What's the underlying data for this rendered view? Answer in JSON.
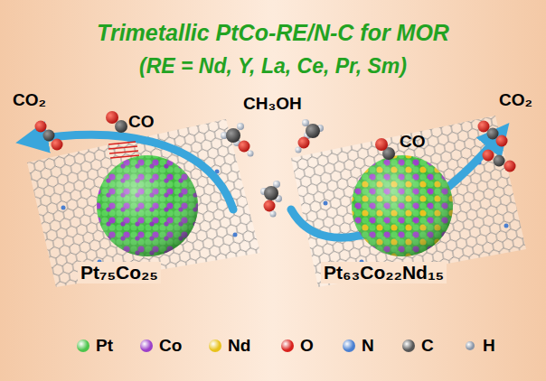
{
  "diagram": {
    "title": "Trimetallic PtCo-RE/N-C for MOR",
    "labels": [
      "(RE = Nd, Y, La, Ce, Pr, Sm)",
      "CO₂",
      "CO",
      "CH₃OH",
      "CO",
      "CO₂",
      "Pt₇₅Co₂₅",
      "Pt₆₃Co₂₂Nd₁₅"
    ],
    "legend": [
      {
        "text": "Pt",
        "color": "#4cc44c"
      },
      {
        "text": "Co",
        "color": "#9b3fc9"
      },
      {
        "text": "Nd",
        "color": "#e8c21a"
      },
      {
        "text": "O",
        "color": "#d8201c"
      },
      {
        "text": "N",
        "color": "#4a7fd0"
      },
      {
        "text": "C",
        "color": "#555555"
      },
      {
        "text": "H",
        "color": "#8a96a8"
      }
    ]
  }
}
